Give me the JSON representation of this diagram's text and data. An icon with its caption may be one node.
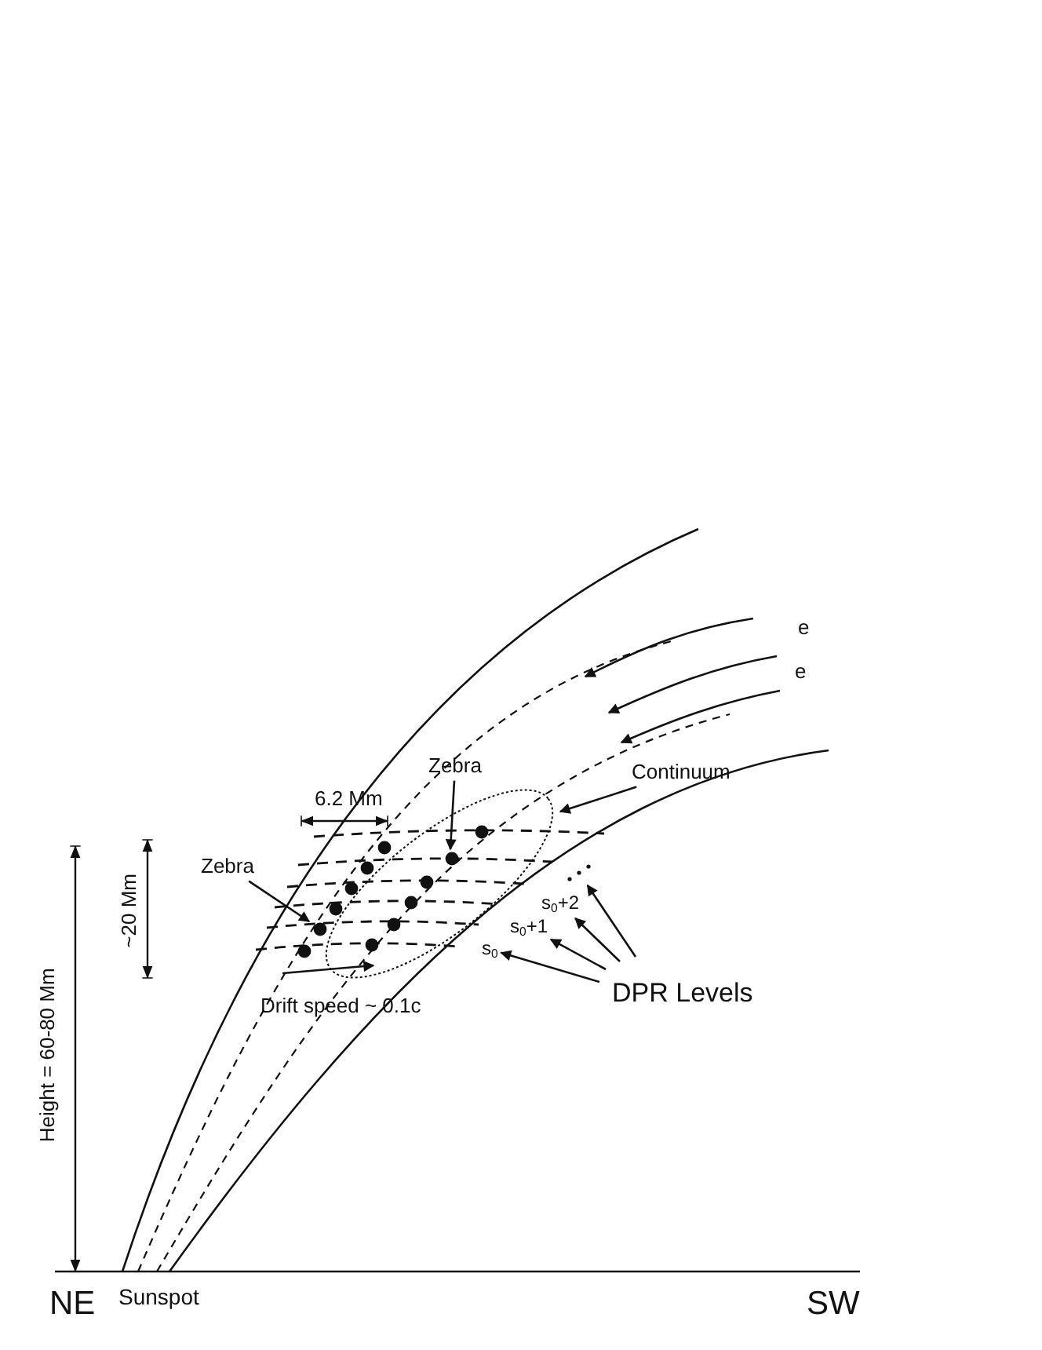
{
  "diagram": {
    "nodes": [
      {
        "text": [
          "Zebra"
        ]
      },
      {
        "text": [
          "Zebra"
        ]
      },
      {
        "text": [
          "Continuum"
        ]
      },
      {
        "text": [
          "DPR Levels"
        ]
      },
      {
        "text": [
          "s$_{0}$"
        ]
      },
      {
        "text": [
          "s$_{0}$+1"
        ]
      },
      {
        "text": [
          "s$_{0}$+2"
        ]
      },
      {
        "text": [],
        "shape": "dots"
      }
    ],
    "edges": [
      {
        "from": 0,
        "to": null,
        "arrow": "to"
      },
      {
        "from": 1,
        "to": null,
        "arrow": "to"
      },
      {
        "from": 2,
        "to": null,
        "arrow": "to"
      },
      {
        "from": 3,
        "to": 4,
        "arrow": "to"
      },
      {
        "from": 3,
        "to": 5,
        "arrow": "to"
      },
      {
        "from": 3,
        "to": 6,
        "arrow": "to"
      },
      {
        "from": 3,
        "to": 7,
        "arrow": "to"
      }
    ],
    "labels": [
      "e",
      "e",
      "6.2 Mm",
      "~20 Mm",
      "Height = 60-80 Mm",
      "Drift speed ~ 0.1c",
      "NE",
      "Sunspot",
      "SW"
    ]
  }
}
